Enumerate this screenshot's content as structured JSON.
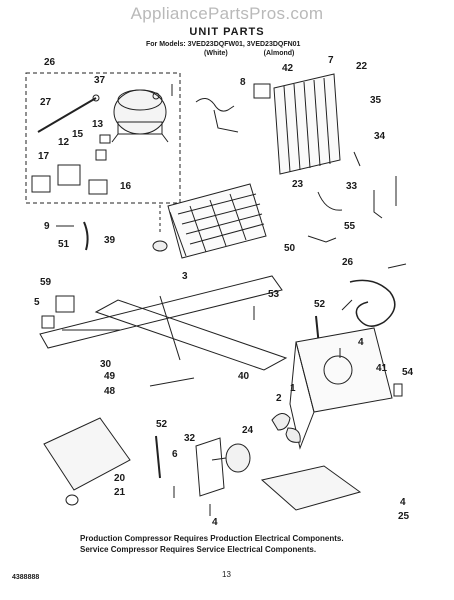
{
  "site_watermark": "AppliancePartsPros.com",
  "title": "UNIT PARTS",
  "models": {
    "prefix": "For Models:",
    "model_a": "3VED23DQFW01",
    "model_b": "3VED23DQFN01",
    "color_a": "(White)",
    "color_b": "(Almond)"
  },
  "callouts": [
    {
      "id": "c26",
      "text": "26"
    },
    {
      "id": "c37",
      "text": "37"
    },
    {
      "id": "c27",
      "text": "27"
    },
    {
      "id": "c13",
      "text": "13"
    },
    {
      "id": "c15",
      "text": "15"
    },
    {
      "id": "c12",
      "text": "12"
    },
    {
      "id": "c17",
      "text": "17"
    },
    {
      "id": "c16",
      "text": "16"
    },
    {
      "id": "c8",
      "text": "8"
    },
    {
      "id": "c42",
      "text": "42"
    },
    {
      "id": "c7",
      "text": "7"
    },
    {
      "id": "c22",
      "text": "22"
    },
    {
      "id": "c35",
      "text": "35"
    },
    {
      "id": "c34",
      "text": "34"
    },
    {
      "id": "c23",
      "text": "23"
    },
    {
      "id": "c33",
      "text": "33"
    },
    {
      "id": "c9",
      "text": "9"
    },
    {
      "id": "c51",
      "text": "51"
    },
    {
      "id": "c39",
      "text": "39"
    },
    {
      "id": "c3",
      "text": "3"
    },
    {
      "id": "c55",
      "text": "55"
    },
    {
      "id": "c50",
      "text": "50"
    },
    {
      "id": "c26b",
      "text": "26"
    },
    {
      "id": "c59",
      "text": "59"
    },
    {
      "id": "c5",
      "text": "5"
    },
    {
      "id": "c53",
      "text": "53"
    },
    {
      "id": "c52a",
      "text": "52"
    },
    {
      "id": "c30",
      "text": "30"
    },
    {
      "id": "c49",
      "text": "49"
    },
    {
      "id": "c48",
      "text": "48"
    },
    {
      "id": "c40",
      "text": "40"
    },
    {
      "id": "c4a",
      "text": "4"
    },
    {
      "id": "c1",
      "text": "1"
    },
    {
      "id": "c41",
      "text": "41"
    },
    {
      "id": "c54",
      "text": "54"
    },
    {
      "id": "c2",
      "text": "2"
    },
    {
      "id": "c52b",
      "text": "52"
    },
    {
      "id": "c32",
      "text": "32"
    },
    {
      "id": "c24",
      "text": "24"
    },
    {
      "id": "c6",
      "text": "6"
    },
    {
      "id": "c20",
      "text": "20"
    },
    {
      "id": "c21",
      "text": "21"
    },
    {
      "id": "c4b",
      "text": "4"
    },
    {
      "id": "c4c",
      "text": "4"
    },
    {
      "id": "c25",
      "text": "25"
    }
  ],
  "notes": {
    "line1": "Production Compressor Requires Production Electrical Components.",
    "line2": "Service Compressor Requires Service Electrical Components."
  },
  "doc_number": "4388888",
  "page_number": "13"
}
